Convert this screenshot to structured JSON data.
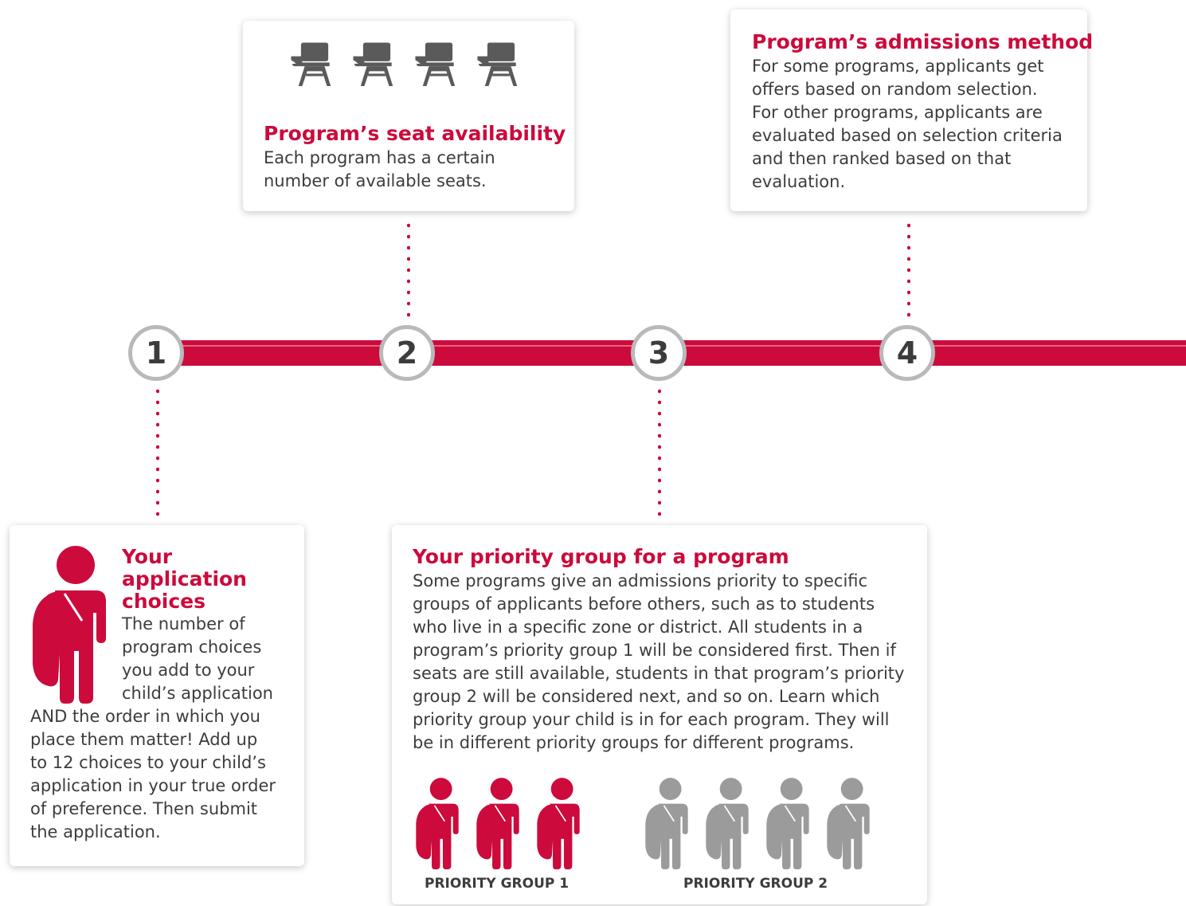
{
  "colors": {
    "accent": "#cc0a3c",
    "gray_icon": "#9b9b9b",
    "dark_icon": "#5a5a5a",
    "step_ring": "#b9b9b9",
    "text": "#3c3c3c"
  },
  "steps": [
    "1",
    "2",
    "3",
    "4"
  ],
  "card_seats": {
    "icon": "desk-chair-icon",
    "icon_count": 4,
    "title": "Program’s seat availability",
    "lines": [
      "Each program has a certain",
      "number of available seats."
    ]
  },
  "card_method": {
    "title": "Program’s admissions method",
    "lines": [
      "For some programs, applicants get",
      "offers based on random selection.",
      "For other programs, applicants are",
      "evaluated based on selection criteria",
      "and then ranked based on that",
      "evaluation."
    ]
  },
  "card_choices": {
    "icon": "person-backpack-icon",
    "title_lines": [
      "Your",
      "application",
      "choices"
    ],
    "side_lines": [
      "The number of",
      "program choices",
      "you add to your",
      "child’s application"
    ],
    "lines": [
      "AND the order in which you",
      "place them matter! Add up",
      "to 12 choices to your child’s",
      "application in your true order",
      "of preference. Then submit",
      "the application."
    ]
  },
  "card_priority": {
    "title": "Your priority group for a program",
    "lines": [
      "Some programs give an admissions priority to specific",
      "groups of applicants before others, such as to students",
      "who live in a specific zone or district. All students in a",
      "program’s priority group 1 will be considered first. Then if",
      "seats are still available, students in that program’s priority",
      "group 2 will be considered next, and so on. Learn which",
      "priority group your child is in for each program. They will",
      "be in different priority groups for different programs."
    ],
    "group1": {
      "label": "PRIORITY GROUP 1",
      "count": 3,
      "icon": "person-backpack-icon"
    },
    "group2": {
      "label": "PRIORITY GROUP 2",
      "count": 4,
      "icon": "person-backpack-icon"
    }
  }
}
